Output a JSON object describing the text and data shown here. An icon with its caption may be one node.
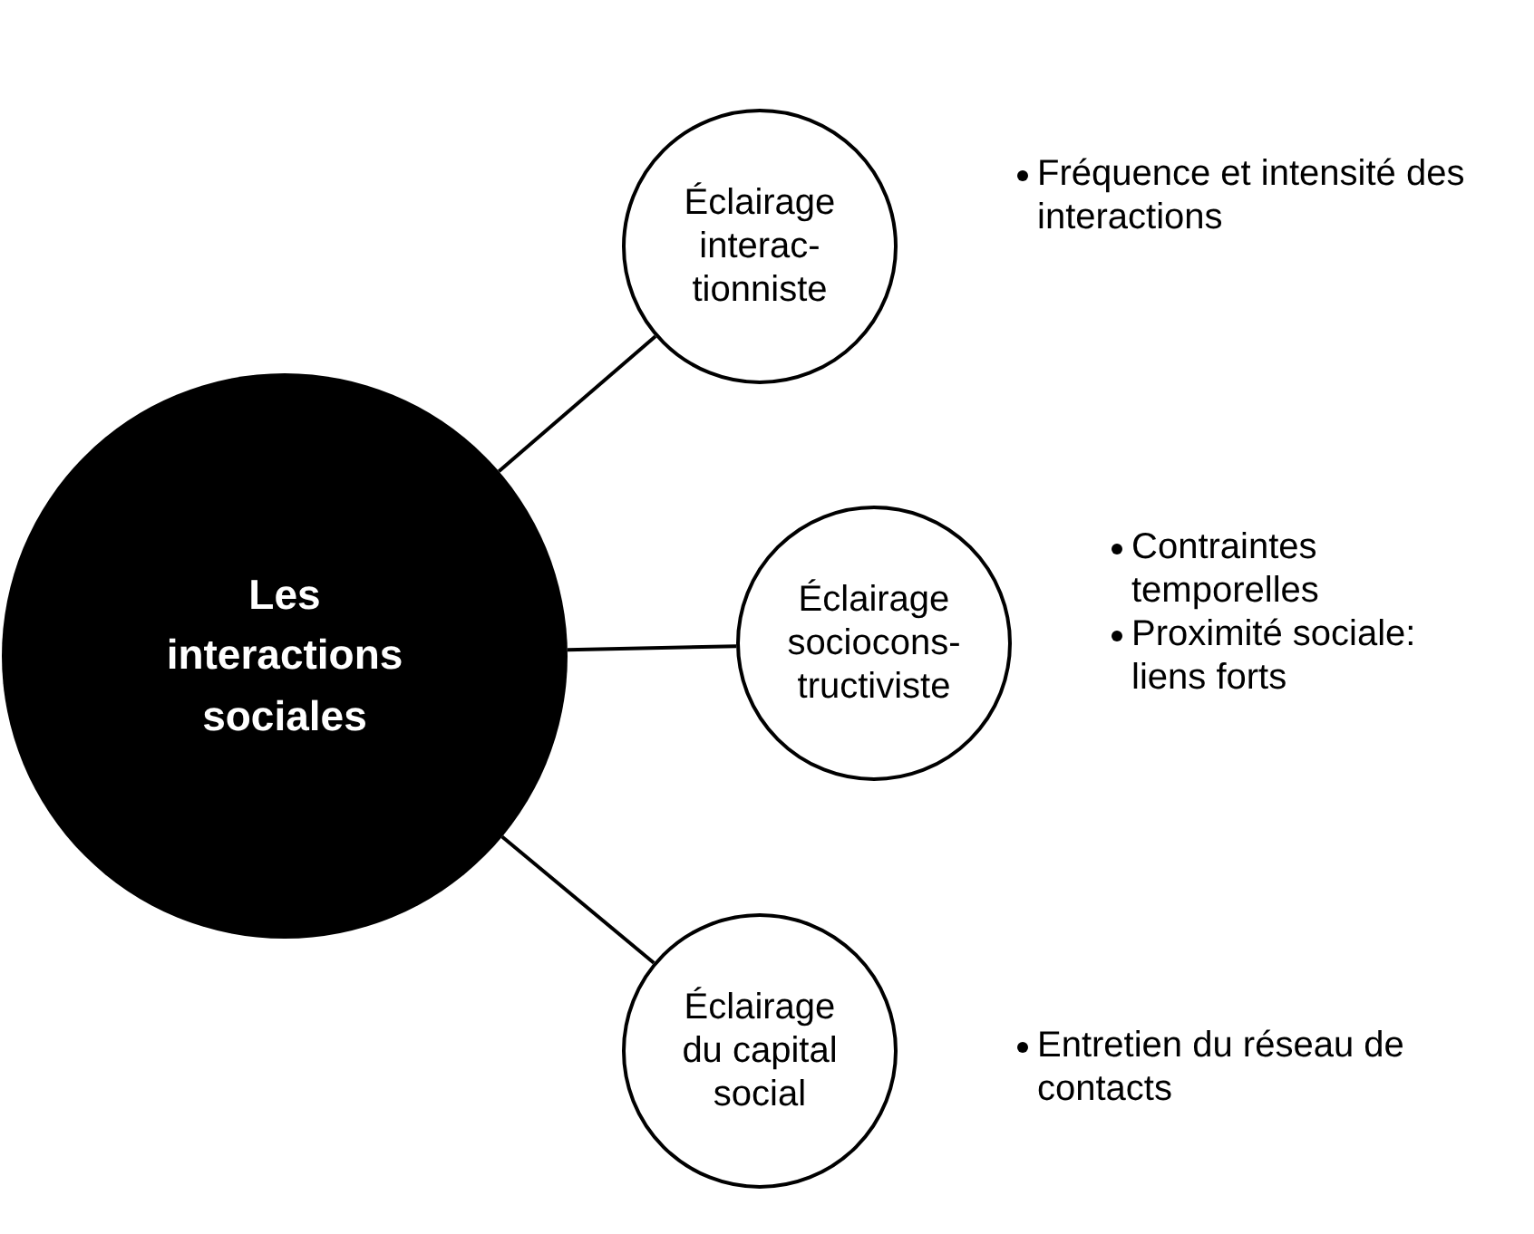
{
  "diagram": {
    "nodes": [
      {
        "text": [
          "Les interactions sociales"
        ]
      },
      {
        "text": [
          "Éclairage interac-tionniste"
        ],
        "beside": [
          "Fréquence et intensité des interactions"
        ]
      },
      {
        "text": [
          "Éclairage sociocons-tructiviste"
        ],
        "beside": [
          "Contraintes temporelles",
          "Proximité sociale: liens forts"
        ]
      },
      {
        "text": [
          "Éclairage du capital social"
        ],
        "beside": [
          "Entretien du réseau de contacts"
        ]
      }
    ],
    "edges": [
      {
        "from": 0,
        "to": 1,
        "arrow": "none"
      },
      {
        "from": 0,
        "to": 2,
        "arrow": "none"
      },
      {
        "from": 0,
        "to": 3,
        "arrow": "none"
      }
    ]
  }
}
